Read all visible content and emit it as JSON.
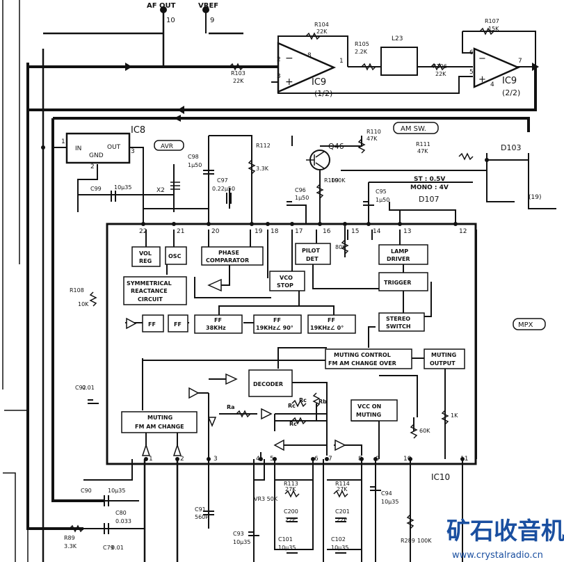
{
  "top_labels": {
    "af_out": "AF OUT",
    "af_out_pin": "10",
    "vref": "VREF",
    "vref_pin": "9"
  },
  "ic9": {
    "name_a": "IC9",
    "part_a": "(1/2)",
    "name_b": "IC9",
    "part_b": "(2/2)",
    "pins_a": [
      "2",
      "8",
      "3",
      "1"
    ],
    "pins_b": [
      "6",
      "5",
      "7",
      "4"
    ]
  },
  "resistors_top": [
    {
      "ref": "R104",
      "val": "22K"
    },
    {
      "ref": "R105",
      "val": "2.2K"
    },
    {
      "ref": "R107",
      "val": "15K"
    },
    {
      "ref": "R103",
      "val": "22K"
    },
    {
      "ref": "R106",
      "val": "22K"
    }
  ],
  "coil": "L23",
  "ic8": {
    "name": "IC8",
    "in": "IN",
    "out": "OUT",
    "gnd": "GND",
    "pin_in": "1",
    "pin_out": "3",
    "pin_gnd": "2"
  },
  "tags": {
    "avr": "AVR",
    "am_sw": "AM SW.",
    "mpx": "MPX",
    "ic10": "IC10"
  },
  "parts": {
    "q46": "Q46",
    "r110": [
      "R110",
      "47K"
    ],
    "r111": [
      "R111",
      "47K"
    ],
    "d103": "D103",
    "d107": "D107",
    "st_note": "ST : 0.5V",
    "mono_note": "MONO : 4V",
    "r112": [
      "R112",
      "3.3K"
    ],
    "c98": [
      "C98",
      "1μ50"
    ],
    "c97": [
      "C97",
      "0.22μ50"
    ],
    "c99": [
      "C99",
      "10μ35"
    ],
    "x2": "X2",
    "c96": [
      "C96",
      "1μ50"
    ],
    "r109": [
      "R109",
      "100K"
    ],
    "c95": [
      "C95",
      "1μ50"
    ],
    "r80k": "80K",
    "r108": [
      "R108",
      "10K"
    ],
    "c92": [
      "C92",
      "0.01"
    ],
    "c90": [
      "C90",
      "10μ35"
    ],
    "c80": [
      "C80",
      "0.033"
    ],
    "r89": [
      "R89",
      "3.3K"
    ],
    "c79": [
      "C79",
      "0.01"
    ],
    "c91": [
      "C91",
      "560P"
    ],
    "c93": [
      "C93",
      "10μ35"
    ],
    "vr3": "VR3 50K",
    "r113": [
      "R113",
      "27K"
    ],
    "c200": [
      "C200",
      "22P"
    ],
    "r114": [
      "R114",
      "27K"
    ],
    "c201": [
      "C201",
      "22P"
    ],
    "c101": [
      "C101",
      "10μ35"
    ],
    "c102": [
      "C102",
      "10μ35"
    ],
    "c94": [
      "C94",
      "10μ35"
    ],
    "r289": [
      "R289",
      "100K"
    ],
    "r1k": "1K",
    "r60k": "60K",
    "x19": "(19)"
  },
  "blocks": {
    "vol_reg": [
      "VOL",
      "REG"
    ],
    "osc": "OSC",
    "phase": [
      "PHASE",
      "COMPARATOR"
    ],
    "pilot": [
      "PILOT",
      "DET"
    ],
    "lamp": [
      "LAMP",
      "DRIVER"
    ],
    "vco": [
      "VCO",
      "STOP"
    ],
    "trigger": "TRIGGER",
    "symm": [
      "SYMMETRICAL",
      "REACTANCE",
      "CIRCUIT"
    ],
    "ff1": "FF",
    "ff2": "FF",
    "ff38": [
      "FF",
      "38KHz"
    ],
    "ff19a": [
      "FF",
      "19KHz∠ 90°"
    ],
    "ff19b": [
      "FF",
      "19KHz∠ 0°"
    ],
    "stereo": [
      "STEREO",
      "SWITCH"
    ],
    "muting_ctrl": [
      "MUTING CONTROL",
      "FM AM CHANGE OVER"
    ],
    "muting_out": [
      "MUTING",
      "OUTPUT"
    ],
    "decoder": "DECODER",
    "muting_fm": [
      "MUTING",
      "FM AM CHANGE"
    ],
    "vcc_on": [
      "VCC ON",
      "MUTING"
    ],
    "ra": "Ra",
    "rb": "Rb",
    "rc1": "Rc",
    "rc2": "Rc",
    "rc3": "Rc"
  },
  "ic10_pins_top": [
    "22",
    "21",
    "20",
    "19",
    "18",
    "17",
    "16",
    "15",
    "14",
    "13",
    "12"
  ],
  "ic10_pins_bottom": [
    "1",
    "2",
    "3",
    "4",
    "5",
    "6",
    "7",
    "8",
    "9",
    "10",
    "11"
  ],
  "watermark": {
    "cn": "矿石收音机",
    "url": "www.crystalradio.cn",
    "color": "#1a4fa0"
  }
}
